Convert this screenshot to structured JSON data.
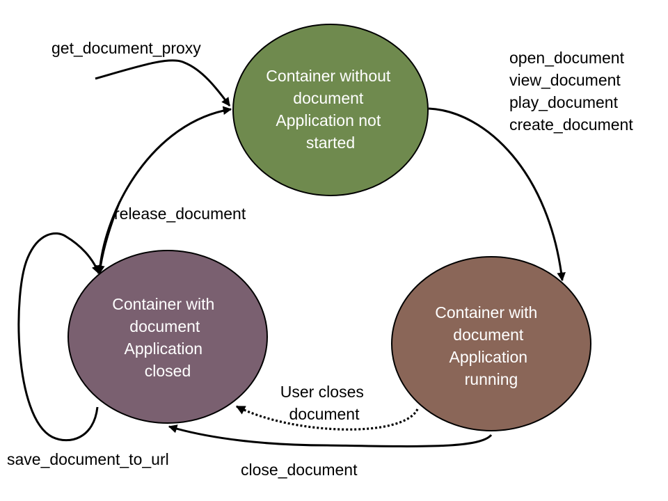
{
  "diagram": {
    "type": "state-diagram",
    "nodes": [
      {
        "id": "no-document",
        "label_lines": [
          "Container without",
          "document",
          "Application not",
          "started"
        ],
        "color": "#6F8A4E"
      },
      {
        "id": "doc-closed",
        "label_lines": [
          "Container with",
          "document",
          "Application",
          "closed"
        ],
        "color": "#7A6070"
      },
      {
        "id": "doc-running",
        "label_lines": [
          "Container with",
          "document",
          "Application",
          "running"
        ],
        "color": "#8A6658"
      }
    ],
    "edges": [
      {
        "id": "get-document-proxy",
        "from": "external",
        "to": "no-document",
        "style": "solid",
        "label_lines": [
          "get_document_proxy"
        ]
      },
      {
        "id": "open-view-play-create",
        "from": "no-document",
        "to": "doc-running",
        "style": "solid",
        "label_lines": [
          "open_document",
          "view_document",
          "play_document",
          "create_document"
        ]
      },
      {
        "id": "release-document",
        "from": "doc-closed",
        "to": "no-document",
        "style": "solid",
        "label_lines": [
          "release_document"
        ]
      },
      {
        "id": "save-document-to-url",
        "from": "doc-closed",
        "to": "doc-closed",
        "style": "solid",
        "label_lines": [
          "save_document_to_url"
        ]
      },
      {
        "id": "user-closes-document",
        "from": "doc-running",
        "to": "doc-closed",
        "style": "dotted",
        "label_lines": [
          "User closes",
          "document"
        ]
      },
      {
        "id": "close-document",
        "from": "doc-running",
        "to": "doc-closed",
        "style": "solid",
        "label_lines": [
          "close_document"
        ]
      }
    ]
  }
}
